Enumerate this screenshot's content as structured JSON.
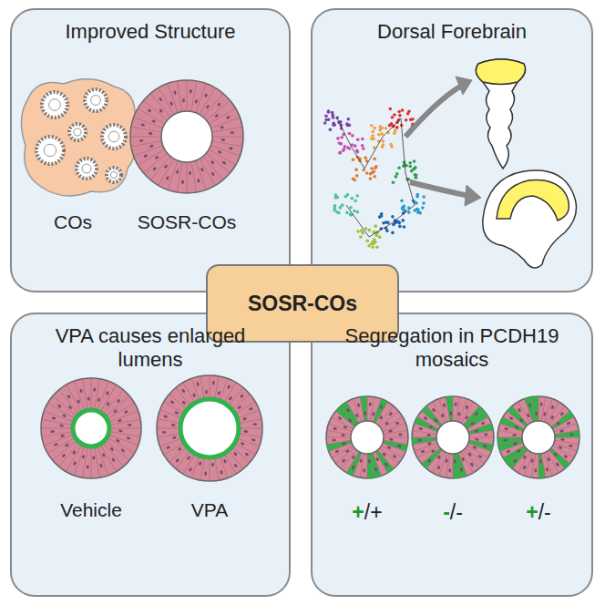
{
  "diagram": {
    "nodes": [
      {
        "text": [
          "Improved Structure"
        ]
      },
      {
        "text": [
          "Dorsal Forebrain"
        ]
      },
      {
        "text": [
          "SOSR-COs"
        ]
      },
      {
        "text": [
          "VPA causes enlarged lumens"
        ]
      },
      {
        "text": [
          "Segregation in PCDH19 mosaics"
        ]
      }
    ],
    "labels": [
      "COs",
      "SOSR-COs",
      "Vehicle",
      "VPA",
      "+/+",
      "-/-",
      "+/-"
    ]
  }
}
